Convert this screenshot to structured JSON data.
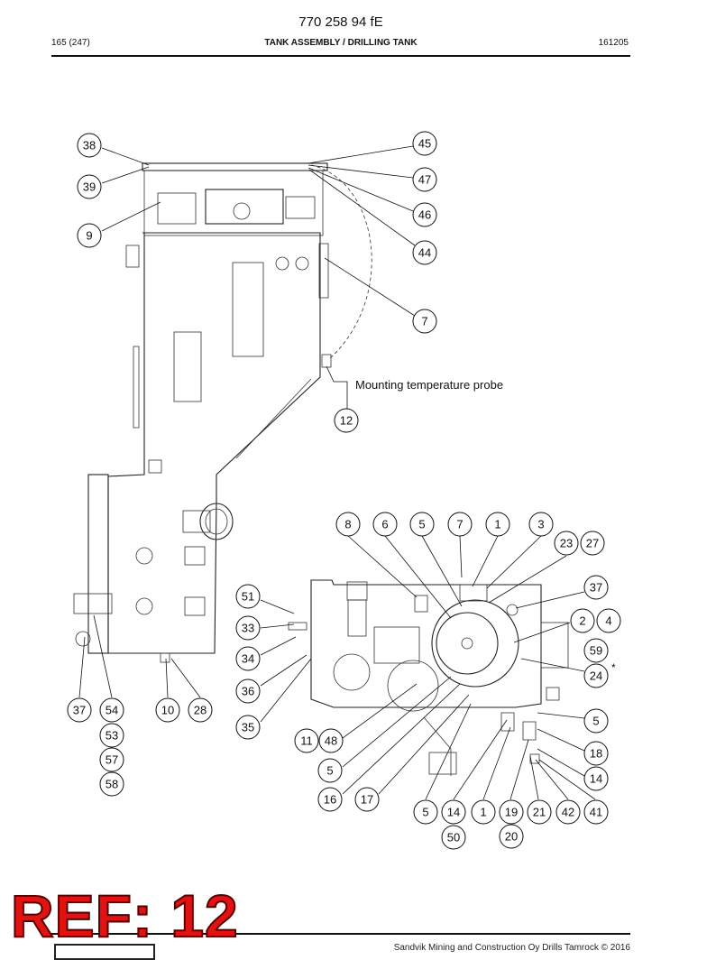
{
  "header": {
    "doc_number": "770 258 94 fE",
    "page": "165 (247)",
    "section": "TANK ASSEMBLY / DRILLING TANK",
    "date_code": "161205"
  },
  "annotations": {
    "probe_note": "Mounting temperature probe",
    "asterisk": "*"
  },
  "callouts": [
    "38",
    "39",
    "9",
    "45",
    "47",
    "46",
    "44",
    "7",
    "12",
    "37",
    "54",
    "53",
    "57",
    "58",
    "10",
    "28",
    "51",
    "33",
    "34",
    "36",
    "35",
    "11",
    "48",
    "5",
    "16",
    "17",
    "8",
    "6",
    "5",
    "7",
    "1",
    "3",
    "23",
    "27",
    "37",
    "2",
    "4",
    "59",
    "24",
    "5",
    "18",
    "14",
    "5",
    "14",
    "1",
    "19",
    "21",
    "42",
    "41",
    "50",
    "20"
  ],
  "footer": {
    "stamp": "REF: 12",
    "copyright": "Sandvik Mining and Construction Oy Drills Tamrock © 2016"
  }
}
